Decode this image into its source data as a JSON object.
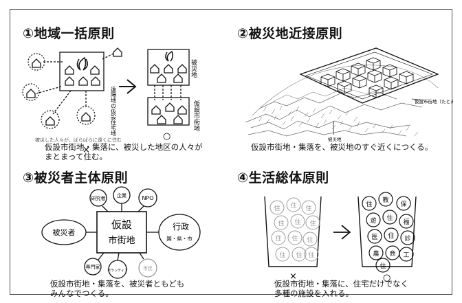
{
  "panels": [
    {
      "heading": "①地域一括原則",
      "caption_lines": [
        "仮設市街地・集落に、被災した地区の人々が",
        "まとまって住む。"
      ],
      "sketch": {
        "label_disaster": "被災地",
        "label_remote": "遠隔地の仮設住宅地",
        "label_temp_town": "仮設市街地",
        "note": "被災した人々が、ばらばらに遠くに住む",
        "mark_bad": "×",
        "mark_good": "○"
      }
    },
    {
      "heading": "②被災地近接原則",
      "caption_lines": [
        "仮設市街地・集落を、被災地のすぐ近くにつくる。"
      ],
      "sketch": {
        "label_temp": "仮設市街地（たとえば公園）",
        "label_disaster": "被災地"
      }
    },
    {
      "heading": "③被災者主体原則",
      "caption_lines": [
        "仮設市街地・集落を、被災者ともども",
        "みんなでつくる。"
      ],
      "sketch": {
        "center": [
          "仮設",
          "市街地"
        ],
        "left": "被災者",
        "right_title": "行政",
        "right_sub": "国・県・市",
        "top": [
          "研究者",
          "企業",
          "NPO"
        ],
        "bottom": [
          "専門家",
          "ボランティア",
          "市民"
        ]
      }
    },
    {
      "heading": "④生活総体原則",
      "caption_lines": [
        "仮設市街地・集落に、住宅だけでなく",
        "多種の施設を入れる。"
      ],
      "sketch": {
        "house_char": "住",
        "facilities": [
          "住",
          "教",
          "保",
          "遊",
          "住",
          "福",
          "医",
          "住",
          "診",
          "農",
          "商",
          "工",
          "住"
        ],
        "mark_bad": "×",
        "mark_good": "○"
      }
    }
  ],
  "colors": {
    "ink": "#111111",
    "frame": "#4a4a4a",
    "soft": "#9a9a9a"
  }
}
